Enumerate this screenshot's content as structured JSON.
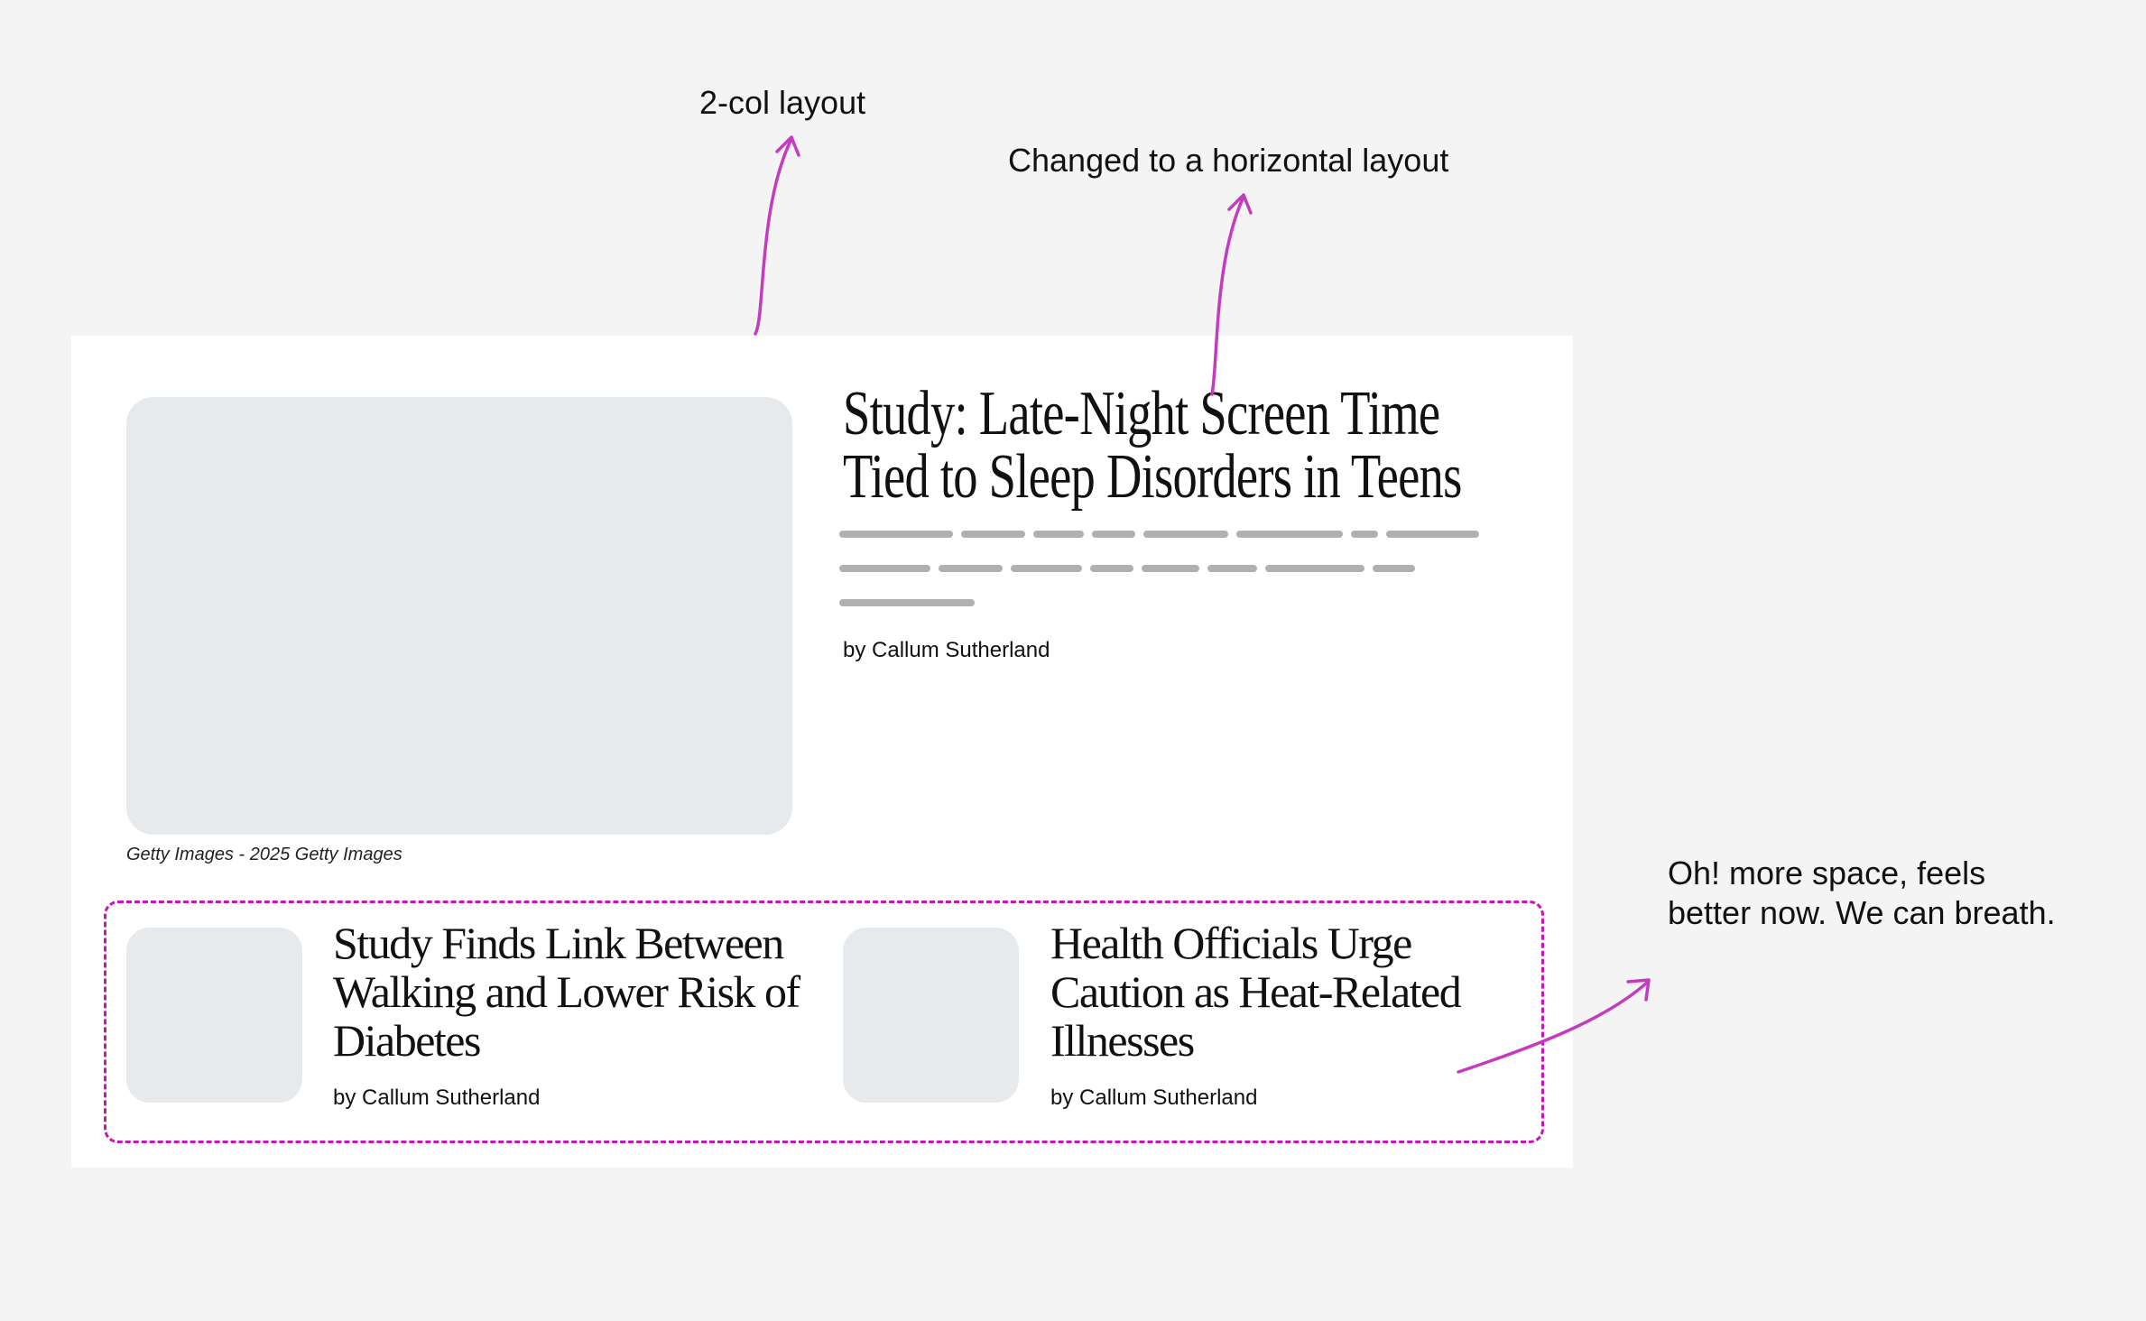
{
  "annotations": {
    "two_col": "2-col layout",
    "horizontal": "Changed to a horizontal layout",
    "more_space": "Oh! more space, feels better now. We can breath.",
    "accent_color": "#c516b8"
  },
  "hero": {
    "caption": "Getty Images - 2025 Getty Images",
    "headline_line1": "Study: Late-Night Screen Time",
    "headline_line2": "Tied to Sleep Disorders in Teens",
    "byline": "by Callum Sutherland"
  },
  "secondary": [
    {
      "headline": "Study Finds Link Between Walking and Lower Risk of Diabetes",
      "byline": "by Callum Sutherland"
    },
    {
      "headline": "Health Officials Urge Caution as Heat-Related Illnesses",
      "byline": "by Callum Sutherland"
    }
  ]
}
